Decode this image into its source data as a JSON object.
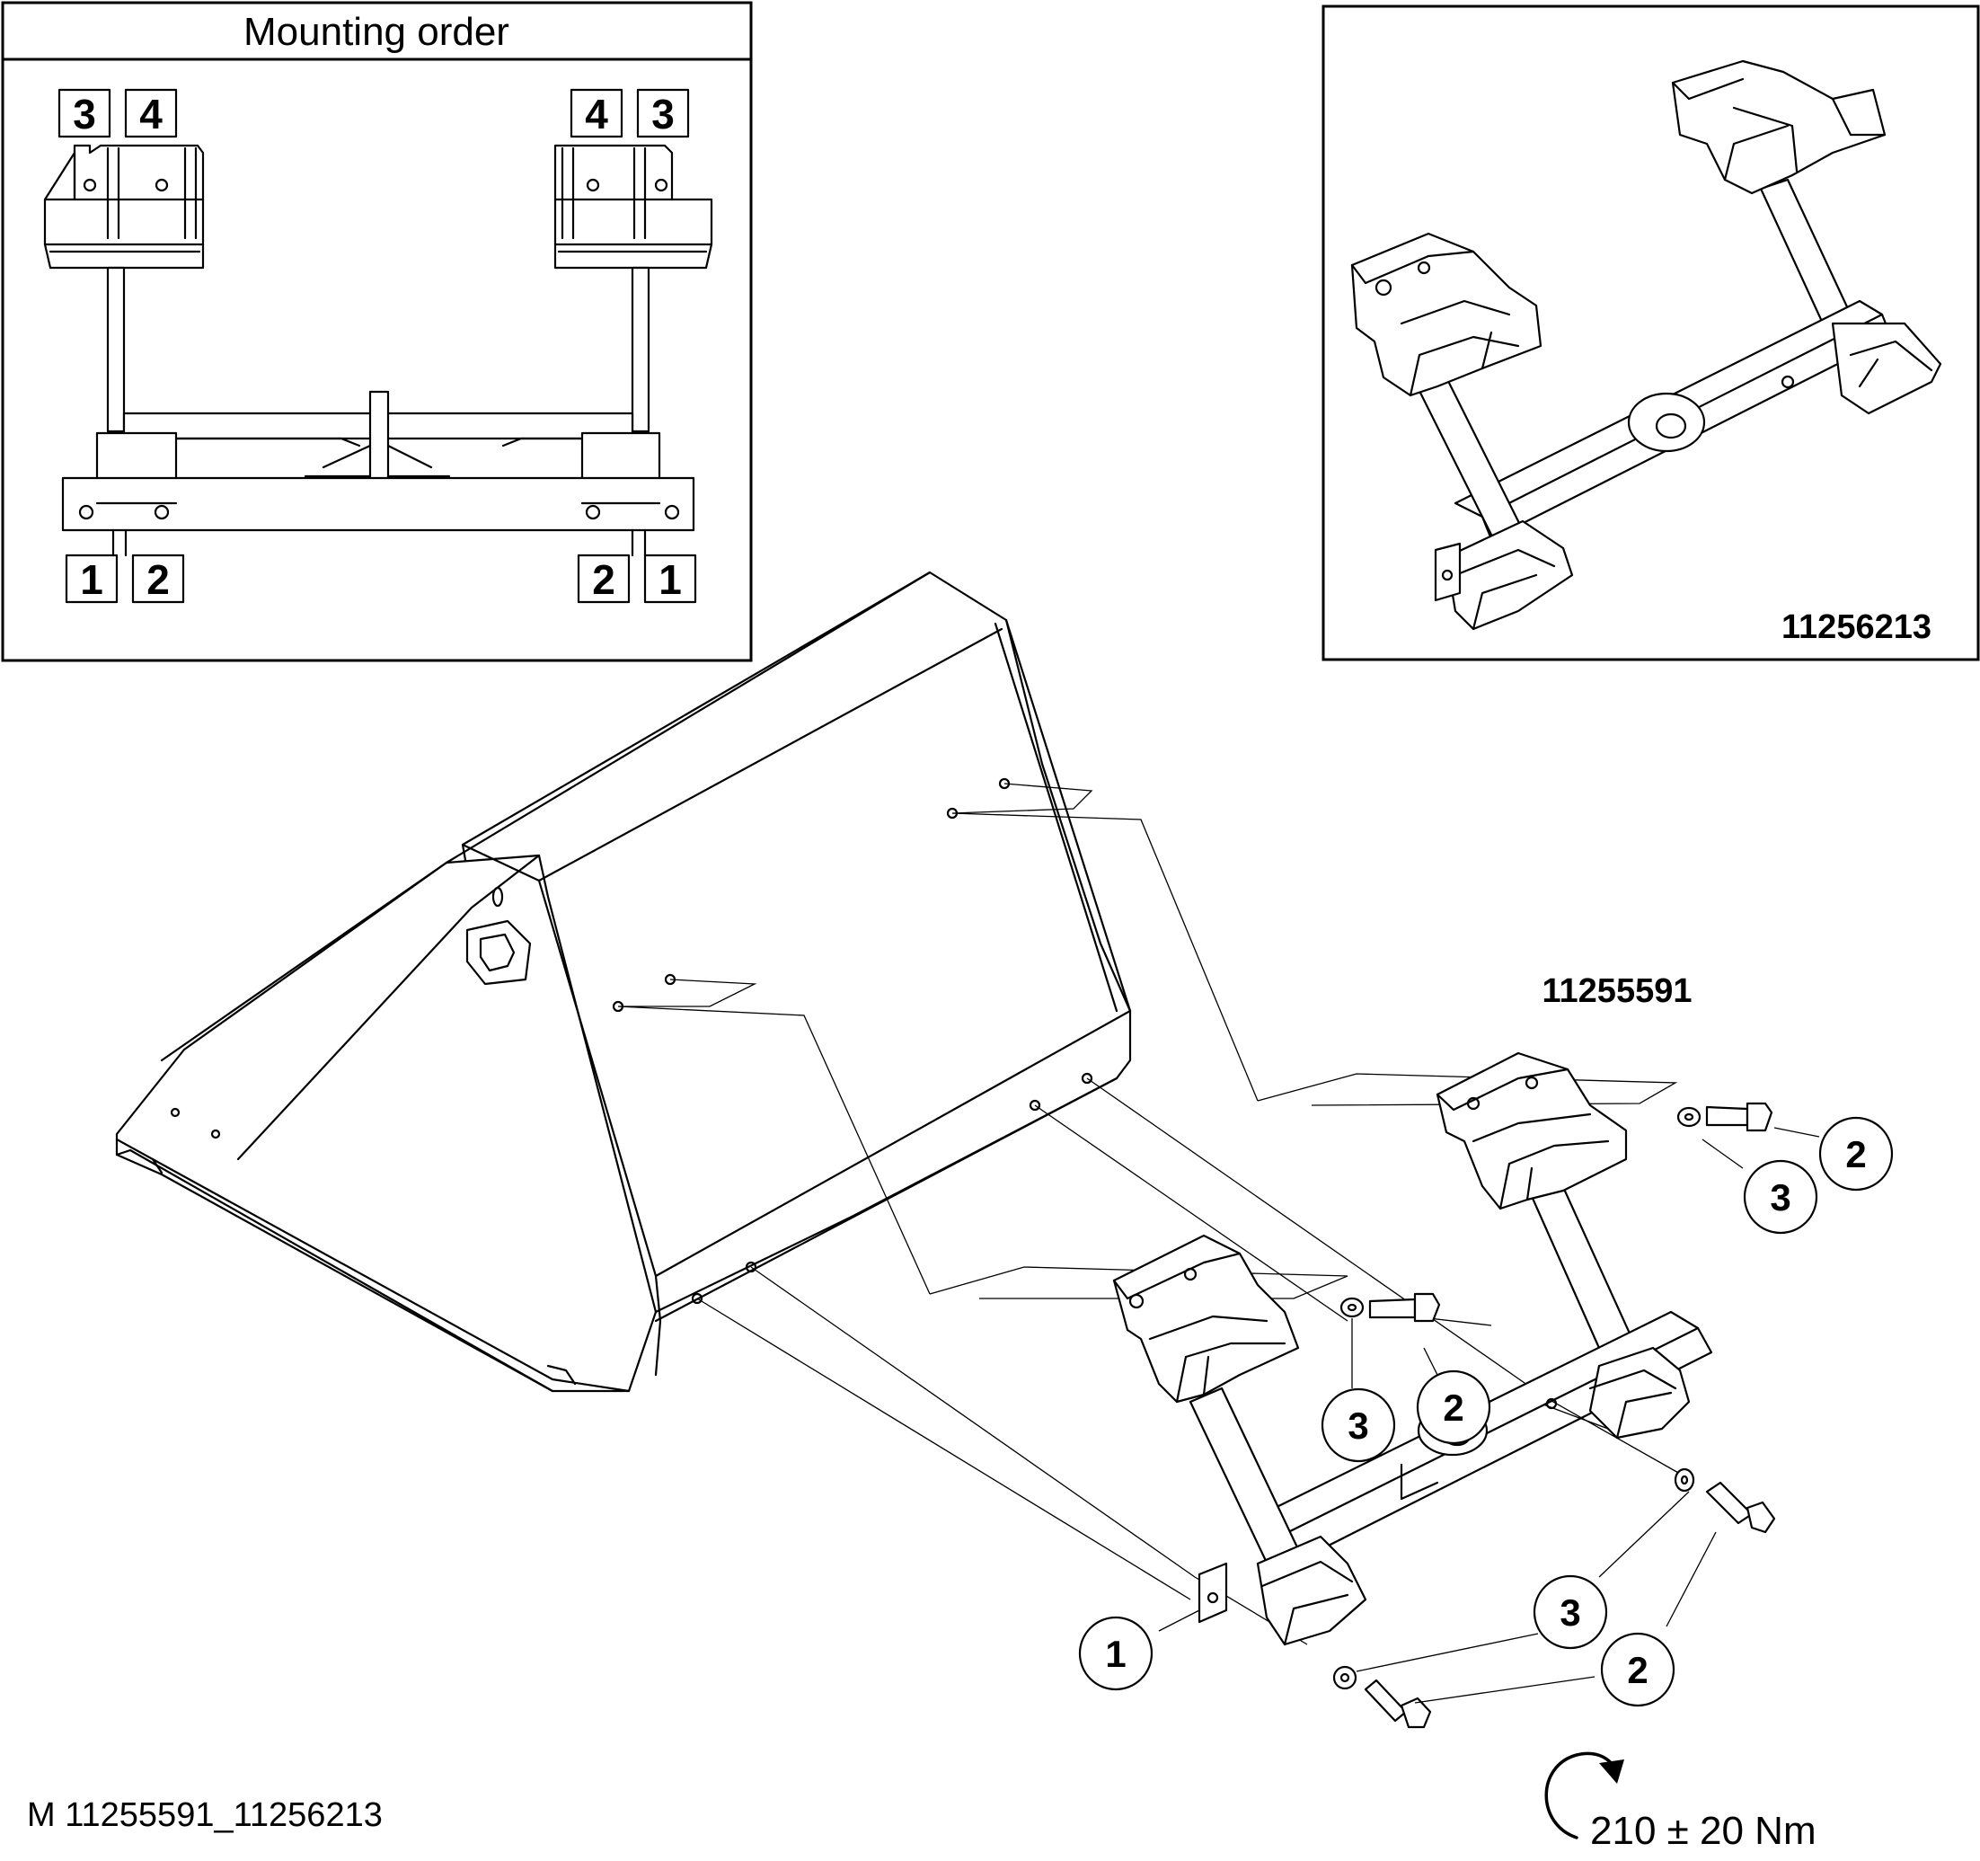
{
  "mounting_order": {
    "title": "Mounting order",
    "top_left": [
      "3",
      "4"
    ],
    "top_right": [
      "4",
      "3"
    ],
    "bottom_left": [
      "1",
      "2"
    ],
    "bottom_right": [
      "2",
      "1"
    ]
  },
  "inset_part_number": "11256213",
  "main_part_number": "11255591",
  "callouts": [
    "2",
    "3",
    "3",
    "2",
    "3",
    "2",
    "1"
  ],
  "footer": {
    "drawing_id": "M 11255591_11256213",
    "torque": "210 ± 20 Nm"
  }
}
